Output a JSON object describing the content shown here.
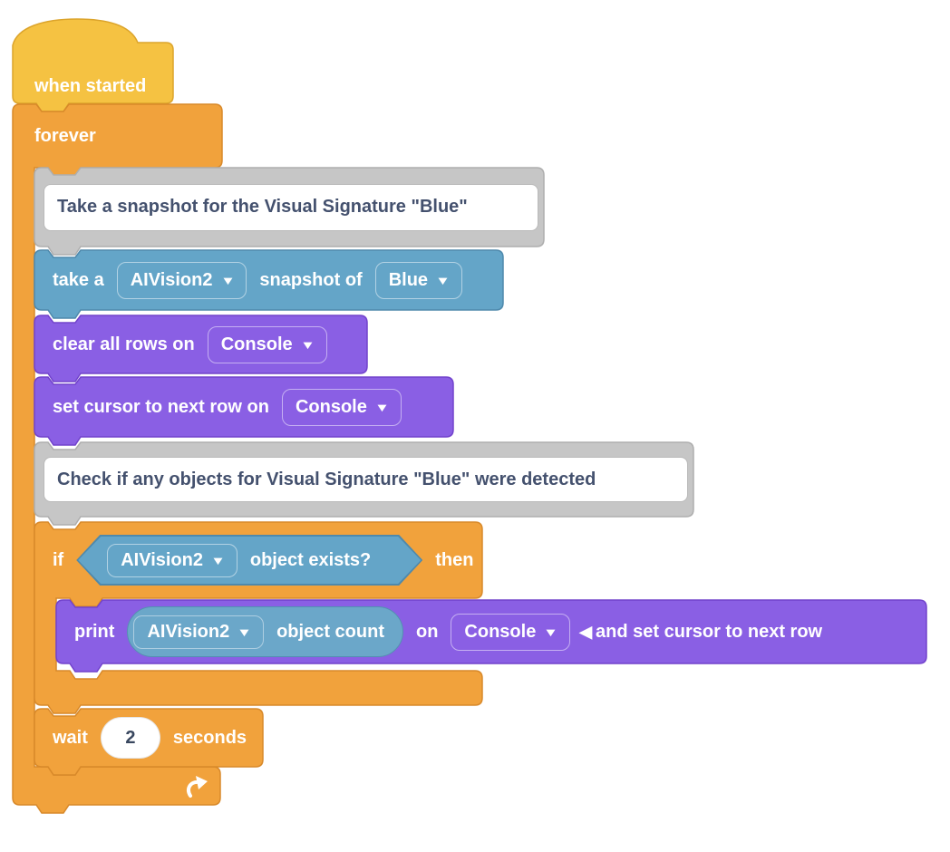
{
  "blocks": {
    "hat": {
      "label": "when started"
    },
    "forever": {
      "label": "forever"
    },
    "comment1": {
      "text": "Take a snapshot for the Visual Signature \"Blue\""
    },
    "take_snapshot": {
      "text_before": "take a",
      "device": "AIVision2",
      "text_middle": "snapshot of",
      "signature": "Blue"
    },
    "clear_rows": {
      "text": "clear all rows on",
      "target": "Console"
    },
    "set_cursor": {
      "text": "set cursor to next row on",
      "target": "Console"
    },
    "comment2": {
      "text": "Check if any objects for Visual Signature \"Blue\" were detected"
    },
    "if_block": {
      "keyword": "if",
      "device": "AIVision2",
      "condition": "object exists?",
      "then": "then"
    },
    "print_block": {
      "keyword": "print",
      "device": "AIVision2",
      "reporter": "object count",
      "on": "on",
      "target": "Console",
      "suffix": "and set cursor to next row"
    },
    "wait_block": {
      "prefix": "wait",
      "value": "2",
      "suffix": "seconds"
    }
  },
  "icons": {
    "dropdown_caret": "▼",
    "collapse": "◀"
  },
  "colors": {
    "events_yellow": "#F5C242",
    "control_orange": "#F1A23C",
    "sensing_blue": "#64A5C8",
    "console_purple": "#8A5FE4",
    "comment_gray": "#C6C6C6",
    "comment_text": "#44516E"
  }
}
